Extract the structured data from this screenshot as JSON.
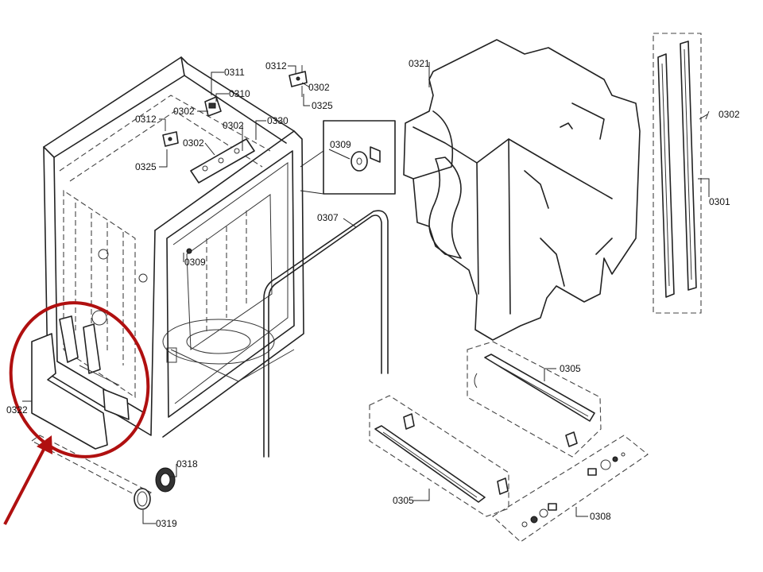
{
  "labels": {
    "l0311": "0311",
    "l0310": "0310",
    "l0312_top": "0312",
    "l0302_top": "0302",
    "l0325_top": "0325",
    "l0321": "0321",
    "l0302_right": "0302",
    "l0301": "0301",
    "l0312_left": "0312",
    "l0302_a": "0302",
    "l0302_b": "0302",
    "l0330": "0330",
    "l0302_c": "0302",
    "l0325_left": "0325",
    "l0309_inset": "0309",
    "l0307": "0307",
    "l0309_tub": "0309",
    "l0305_upper": "0305",
    "l0322": "0322",
    "l0318": "0318",
    "l0319": "0319",
    "l0305_lower": "0305",
    "l0308": "0308"
  },
  "colors": {
    "line": "#222222",
    "highlight": "#b01010",
    "background": "#ffffff"
  }
}
